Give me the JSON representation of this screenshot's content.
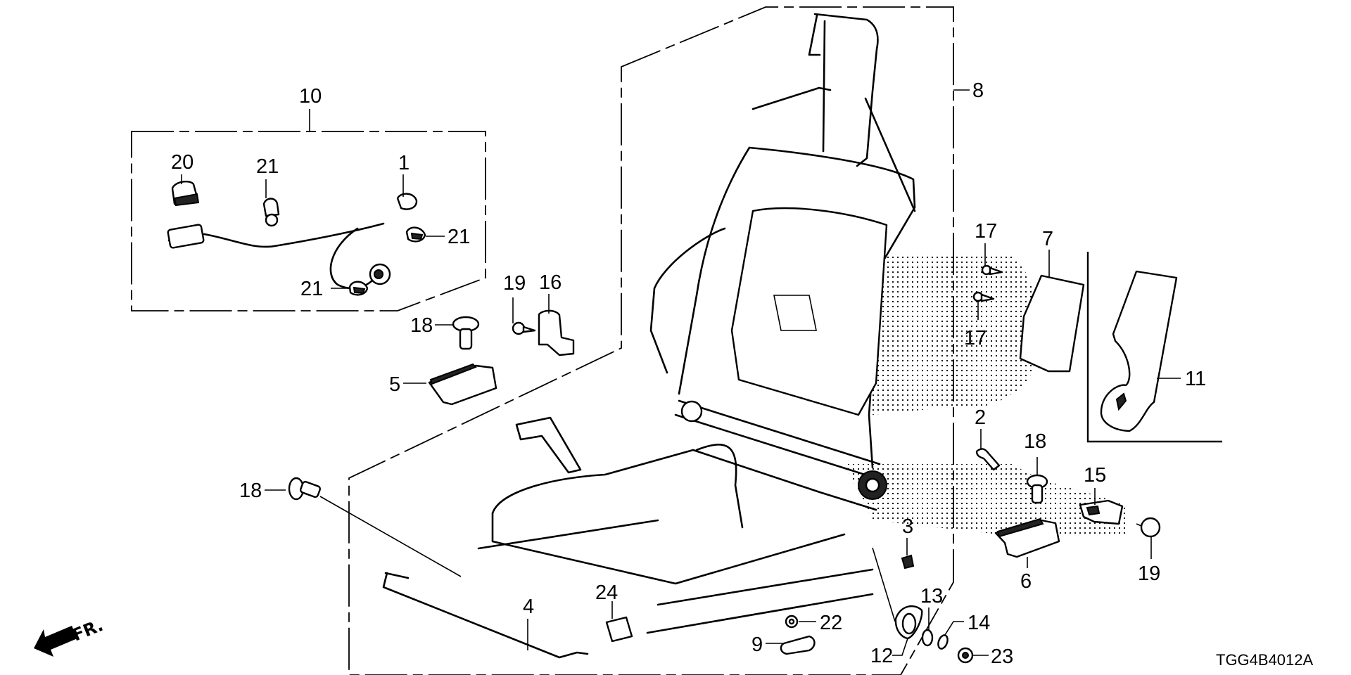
{
  "diagram": {
    "title": "Front Seat Frame Components (Exploded Parts Diagram)",
    "drawing_code": "TGG4B4012A",
    "direction_indicator": {
      "label": "FR.",
      "icon": "front-direction-arrow-icon"
    },
    "groups": [
      {
        "id": "wire-harness-group",
        "callout": "10",
        "contains": [
          "20",
          "21",
          "1",
          "21",
          "21"
        ]
      },
      {
        "id": "seat-frame-group",
        "callout": "8"
      },
      {
        "id": "side-cover-group",
        "callout": "11"
      }
    ],
    "callouts": [
      {
        "number": "1",
        "part": "harness-clip"
      },
      {
        "number": "2",
        "part": "small-bracket"
      },
      {
        "number": "3",
        "part": "clip"
      },
      {
        "number": "4",
        "part": "adjuster-bar"
      },
      {
        "number": "5",
        "part": "rail-cover-left"
      },
      {
        "number": "6",
        "part": "rail-cover-right"
      },
      {
        "number": "7",
        "part": "side-cover-inner"
      },
      {
        "number": "8",
        "part": "seat-frame-assembly"
      },
      {
        "number": "9",
        "part": "lever-knob"
      },
      {
        "number": "10",
        "part": "wire-harness"
      },
      {
        "number": "11",
        "part": "side-cover-outer"
      },
      {
        "number": "12",
        "part": "recliner-cover"
      },
      {
        "number": "13",
        "part": "washer"
      },
      {
        "number": "14",
        "part": "ring"
      },
      {
        "number": "15",
        "part": "bracket-cover"
      },
      {
        "number": "16",
        "part": "hook-cover"
      },
      {
        "number": "17",
        "part": "tapping-screw-upper"
      },
      {
        "number": "17",
        "part": "tapping-screw-lower"
      },
      {
        "number": "18",
        "part": "bolt-left-upper"
      },
      {
        "number": "18",
        "part": "bolt-left-lower"
      },
      {
        "number": "18",
        "part": "bolt-right"
      },
      {
        "number": "19",
        "part": "screw-left"
      },
      {
        "number": "19",
        "part": "cap-right"
      },
      {
        "number": "20",
        "part": "connector-clip"
      },
      {
        "number": "21",
        "part": "harness-clip-top"
      },
      {
        "number": "21",
        "part": "harness-clip-right"
      },
      {
        "number": "21",
        "part": "harness-clip-bottom"
      },
      {
        "number": "22",
        "part": "nut-small"
      },
      {
        "number": "23",
        "part": "nut-cap"
      },
      {
        "number": "24",
        "part": "lower-bracket"
      }
    ],
    "labels": {
      "c1": "1",
      "c2": "2",
      "c3": "3",
      "c4": "4",
      "c5": "5",
      "c6": "6",
      "c7": "7",
      "c8": "8",
      "c9": "9",
      "c10": "10",
      "c11": "11",
      "c12": "12",
      "c13": "13",
      "c14": "14",
      "c15": "15",
      "c16": "16",
      "c17a": "17",
      "c17b": "17",
      "c18a": "18",
      "c18b": "18",
      "c18c": "18",
      "c19a": "19",
      "c19b": "19",
      "c20": "20",
      "c21a": "21",
      "c21b": "21",
      "c21c": "21",
      "c22": "22",
      "c23": "23",
      "c24": "24"
    }
  }
}
